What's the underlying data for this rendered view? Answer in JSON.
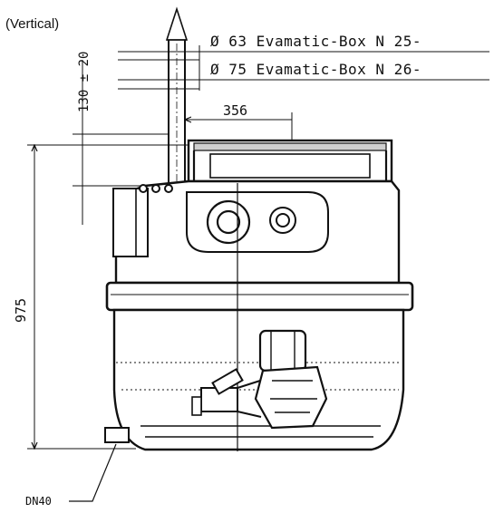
{
  "view_label": "(Vertical)",
  "callouts": [
    {
      "diameter": "Ø 63",
      "text": "Evamatic-Box N 25-"
    },
    {
      "diameter": "Ø 75",
      "text": "Evamatic-Box N 26-"
    }
  ],
  "dimensions": {
    "pipe_offset": "356",
    "outlet_tolerance": "130 ± 20",
    "overall_height": "975"
  },
  "connection_label": "DN40"
}
